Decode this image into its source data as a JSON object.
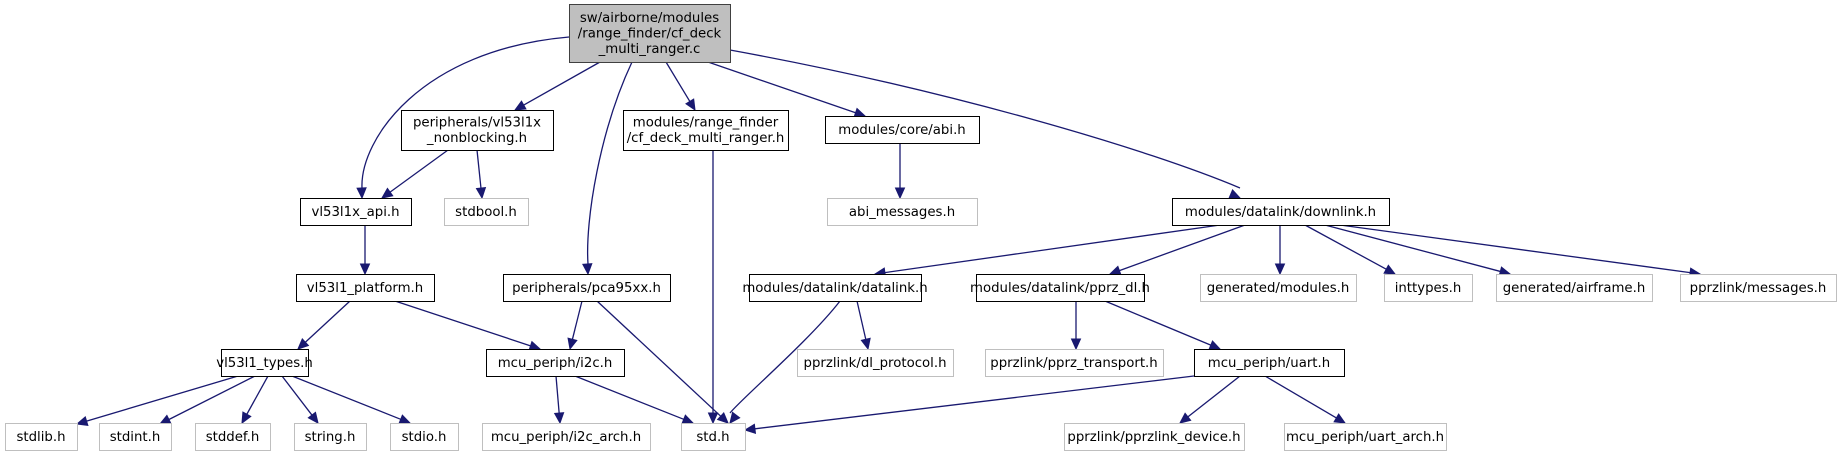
{
  "title": "Include dependency graph for sw/airborne/modules/range_finder/cf_deck_multi_ranger.c",
  "colors": {
    "edge": "#191970",
    "root_fill": "#bfbfbf",
    "root_border": "#404040",
    "documented_border": "#000000",
    "documented_fill": "#ffffff",
    "external_border": "#bfbfbf",
    "external_fill": "#ffffff"
  },
  "nodes": [
    {
      "id": "root",
      "lines": [
        "sw/airborne/modules",
        "/range_finder/cf_deck",
        "_multi_ranger.c"
      ],
      "kind": "root"
    },
    {
      "id": "vl53l1x_nonblocking",
      "lines": [
        "peripherals/vl53l1x",
        "_nonblocking.h"
      ],
      "kind": "documented"
    },
    {
      "id": "cf_deck_h",
      "lines": [
        "modules/range_finder",
        "/cf_deck_multi_ranger.h"
      ],
      "kind": "documented"
    },
    {
      "id": "abi_h",
      "lines": [
        "modules/core/abi.h"
      ],
      "kind": "documented"
    },
    {
      "id": "vl53l1x_api",
      "lines": [
        "vl53l1x_api.h"
      ],
      "kind": "documented"
    },
    {
      "id": "stdbool",
      "lines": [
        "stdbool.h"
      ],
      "kind": "external"
    },
    {
      "id": "abi_messages",
      "lines": [
        "abi_messages.h"
      ],
      "kind": "external"
    },
    {
      "id": "downlink",
      "lines": [
        "modules/datalink/downlink.h"
      ],
      "kind": "documented"
    },
    {
      "id": "vl53l1_platform",
      "lines": [
        "vl53l1_platform.h"
      ],
      "kind": "documented"
    },
    {
      "id": "pca95xx",
      "lines": [
        "peripherals/pca95xx.h"
      ],
      "kind": "documented"
    },
    {
      "id": "datalink_h",
      "lines": [
        "modules/datalink/datalink.h"
      ],
      "kind": "documented"
    },
    {
      "id": "pprz_dl",
      "lines": [
        "modules/datalink/pprz_dl.h"
      ],
      "kind": "documented"
    },
    {
      "id": "gen_modules",
      "lines": [
        "generated/modules.h"
      ],
      "kind": "external"
    },
    {
      "id": "inttypes",
      "lines": [
        "inttypes.h"
      ],
      "kind": "external"
    },
    {
      "id": "gen_airframe",
      "lines": [
        "generated/airframe.h"
      ],
      "kind": "external"
    },
    {
      "id": "pprzlink_messages",
      "lines": [
        "pprzlink/messages.h"
      ],
      "kind": "external"
    },
    {
      "id": "vl53l1_types",
      "lines": [
        "vl53l1_types.h"
      ],
      "kind": "documented"
    },
    {
      "id": "i2c_h",
      "lines": [
        "mcu_periph/i2c.h"
      ],
      "kind": "documented"
    },
    {
      "id": "dl_protocol",
      "lines": [
        "pprzlink/dl_protocol.h"
      ],
      "kind": "external"
    },
    {
      "id": "pprz_transport",
      "lines": [
        "pprzlink/pprz_transport.h"
      ],
      "kind": "external"
    },
    {
      "id": "uart_h",
      "lines": [
        "mcu_periph/uart.h"
      ],
      "kind": "documented"
    },
    {
      "id": "stdlib",
      "lines": [
        "stdlib.h"
      ],
      "kind": "external"
    },
    {
      "id": "stdint",
      "lines": [
        "stdint.h"
      ],
      "kind": "external"
    },
    {
      "id": "stddef",
      "lines": [
        "stddef.h"
      ],
      "kind": "external"
    },
    {
      "id": "string_h",
      "lines": [
        "string.h"
      ],
      "kind": "external"
    },
    {
      "id": "stdio",
      "lines": [
        "stdio.h"
      ],
      "kind": "external"
    },
    {
      "id": "i2c_arch",
      "lines": [
        "mcu_periph/i2c_arch.h"
      ],
      "kind": "external"
    },
    {
      "id": "std_h",
      "lines": [
        "std.h"
      ],
      "kind": "external"
    },
    {
      "id": "pprzlink_device",
      "lines": [
        "pprzlink/pprzlink_device.h"
      ],
      "kind": "external"
    },
    {
      "id": "uart_arch",
      "lines": [
        "mcu_periph/uart_arch.h"
      ],
      "kind": "external"
    }
  ],
  "edges": [
    [
      "root",
      "vl53l1x_api"
    ],
    [
      "root",
      "vl53l1x_nonblocking"
    ],
    [
      "root",
      "pca95xx"
    ],
    [
      "root",
      "cf_deck_h"
    ],
    [
      "root",
      "abi_h"
    ],
    [
      "root",
      "downlink"
    ],
    [
      "vl53l1x_nonblocking",
      "vl53l1x_api"
    ],
    [
      "vl53l1x_nonblocking",
      "stdbool"
    ],
    [
      "cf_deck_h",
      "std_h"
    ],
    [
      "abi_h",
      "abi_messages"
    ],
    [
      "vl53l1x_api",
      "vl53l1_platform"
    ],
    [
      "vl53l1_platform",
      "vl53l1_types"
    ],
    [
      "vl53l1_platform",
      "i2c_h"
    ],
    [
      "pca95xx",
      "i2c_h"
    ],
    [
      "pca95xx",
      "std_h"
    ],
    [
      "downlink",
      "datalink_h"
    ],
    [
      "downlink",
      "pprz_dl"
    ],
    [
      "downlink",
      "gen_modules"
    ],
    [
      "downlink",
      "inttypes"
    ],
    [
      "downlink",
      "gen_airframe"
    ],
    [
      "downlink",
      "pprzlink_messages"
    ],
    [
      "datalink_h",
      "std_h"
    ],
    [
      "datalink_h",
      "dl_protocol"
    ],
    [
      "pprz_dl",
      "pprz_transport"
    ],
    [
      "pprz_dl",
      "uart_h"
    ],
    [
      "vl53l1_types",
      "stdlib"
    ],
    [
      "vl53l1_types",
      "stdint"
    ],
    [
      "vl53l1_types",
      "stddef"
    ],
    [
      "vl53l1_types",
      "string_h"
    ],
    [
      "vl53l1_types",
      "stdio"
    ],
    [
      "i2c_h",
      "i2c_arch"
    ],
    [
      "i2c_h",
      "std_h"
    ],
    [
      "uart_h",
      "std_h"
    ],
    [
      "uart_h",
      "pprzlink_device"
    ],
    [
      "uart_h",
      "uart_arch"
    ]
  ]
}
